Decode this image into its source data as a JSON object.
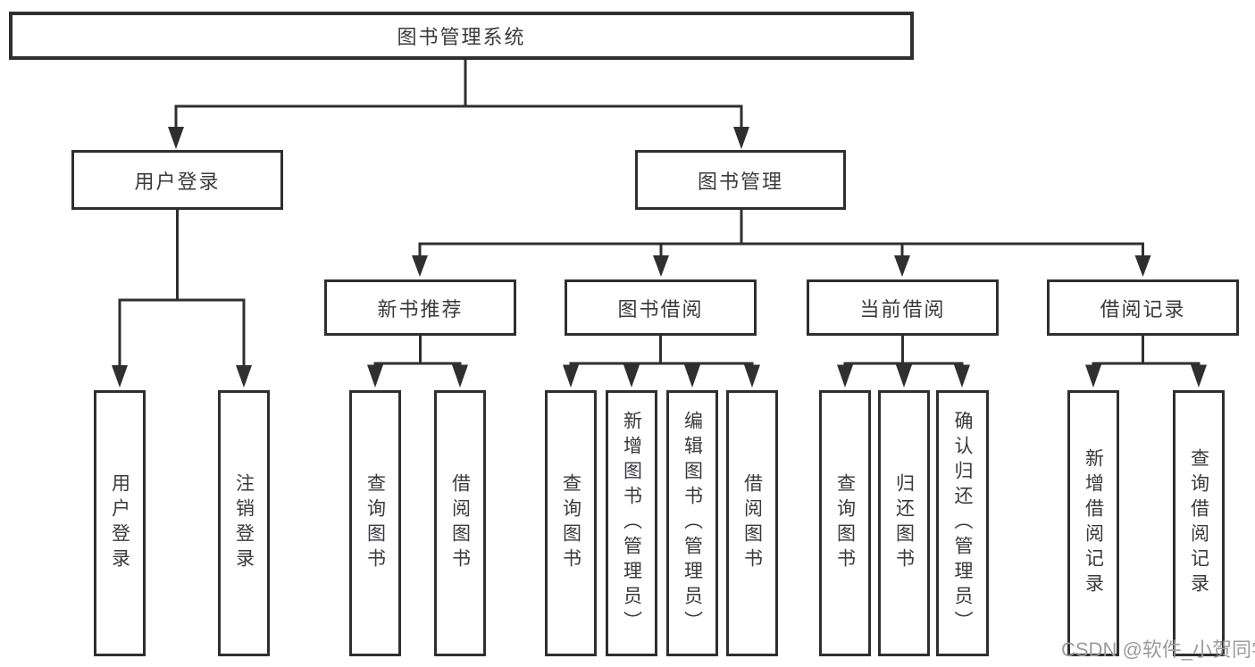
{
  "diagram": {
    "root": {
      "label": "图书管理系统"
    },
    "level2": [
      {
        "label": "用户登录"
      },
      {
        "label": "图书管理"
      }
    ],
    "level3": [
      {
        "label": "新书推荐",
        "parent": "图书管理"
      },
      {
        "label": "图书借阅",
        "parent": "图书管理"
      },
      {
        "label": "当前借阅",
        "parent": "图书管理"
      },
      {
        "label": "借阅记录",
        "parent": "图书管理"
      }
    ],
    "leaves": [
      {
        "label": "用户登录",
        "parent": "用户登录"
      },
      {
        "label": "注销登录",
        "parent": "用户登录"
      },
      {
        "label": "查询图书",
        "parent": "新书推荐"
      },
      {
        "label": "借阅图书",
        "parent": "新书推荐"
      },
      {
        "label": "查询图书",
        "parent": "图书借阅"
      },
      {
        "label": "新增图书（管理员）",
        "parent": "图书借阅"
      },
      {
        "label": "编辑图书（管理员）",
        "parent": "图书借阅"
      },
      {
        "label": "借阅图书",
        "parent": "图书借阅"
      },
      {
        "label": "查询图书",
        "parent": "当前借阅"
      },
      {
        "label": "归还图书",
        "parent": "当前借阅"
      },
      {
        "label": "确认归还（管理员）",
        "parent": "当前借阅"
      },
      {
        "label": "新增借阅记录",
        "parent": "借阅记录"
      },
      {
        "label": "查询借阅记录",
        "parent": "借阅记录"
      }
    ]
  },
  "watermark": {
    "text": "CSDN @软件_小贺同学"
  },
  "colors": {
    "line": "#2f2f2f",
    "text": "#3a3a3e",
    "watermark": "#9b9b9b",
    "background": "#ffffff"
  }
}
